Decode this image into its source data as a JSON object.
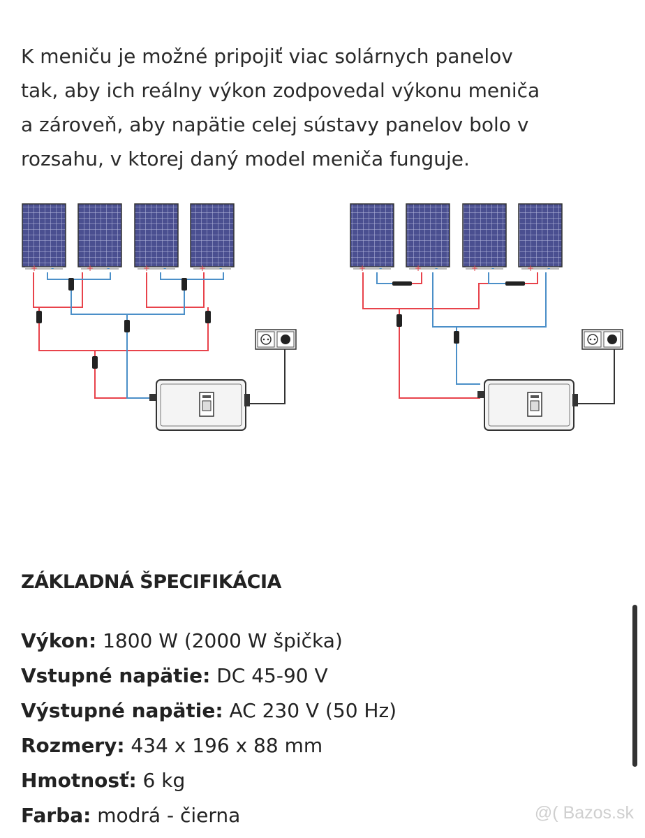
{
  "intro": {
    "lines": [
      "K meniču je možné pripojiť viac solárnych panelov",
      "tak, aby ich reálny výkon zodpovedal výkonu meniča",
      "a zároveň, aby napätie celej sústavy panelov bolo v",
      "rozsahu, v ktorej daný model meniča funguje."
    ]
  },
  "diagram": {
    "plus_symbol": "+",
    "minus_symbol": "-",
    "colors": {
      "positive": "#e8434b",
      "negative": "#4b8fc8",
      "panel": "#4a4f90",
      "ac": "#333333"
    }
  },
  "spec": {
    "title": "ZÁKLADNÁ ŠPECIFIKÁCIA",
    "rows": [
      {
        "label": "Výkon:",
        "value": " 1800 W (2000 W špička)"
      },
      {
        "label": "Vstupné napätie:",
        "value": " DC 45-90 V"
      },
      {
        "label": "Výstupné napätie:",
        "value": " AC 230 V (50 Hz)"
      },
      {
        "label": "Rozmery:",
        "value": " 434 x 196 x 88 mm"
      },
      {
        "label": "Hmotnosť:",
        "value": " 6 kg"
      },
      {
        "label": "Farba:",
        "value": " modrá - čierna"
      }
    ]
  },
  "watermark": "@( Bazos.sk"
}
